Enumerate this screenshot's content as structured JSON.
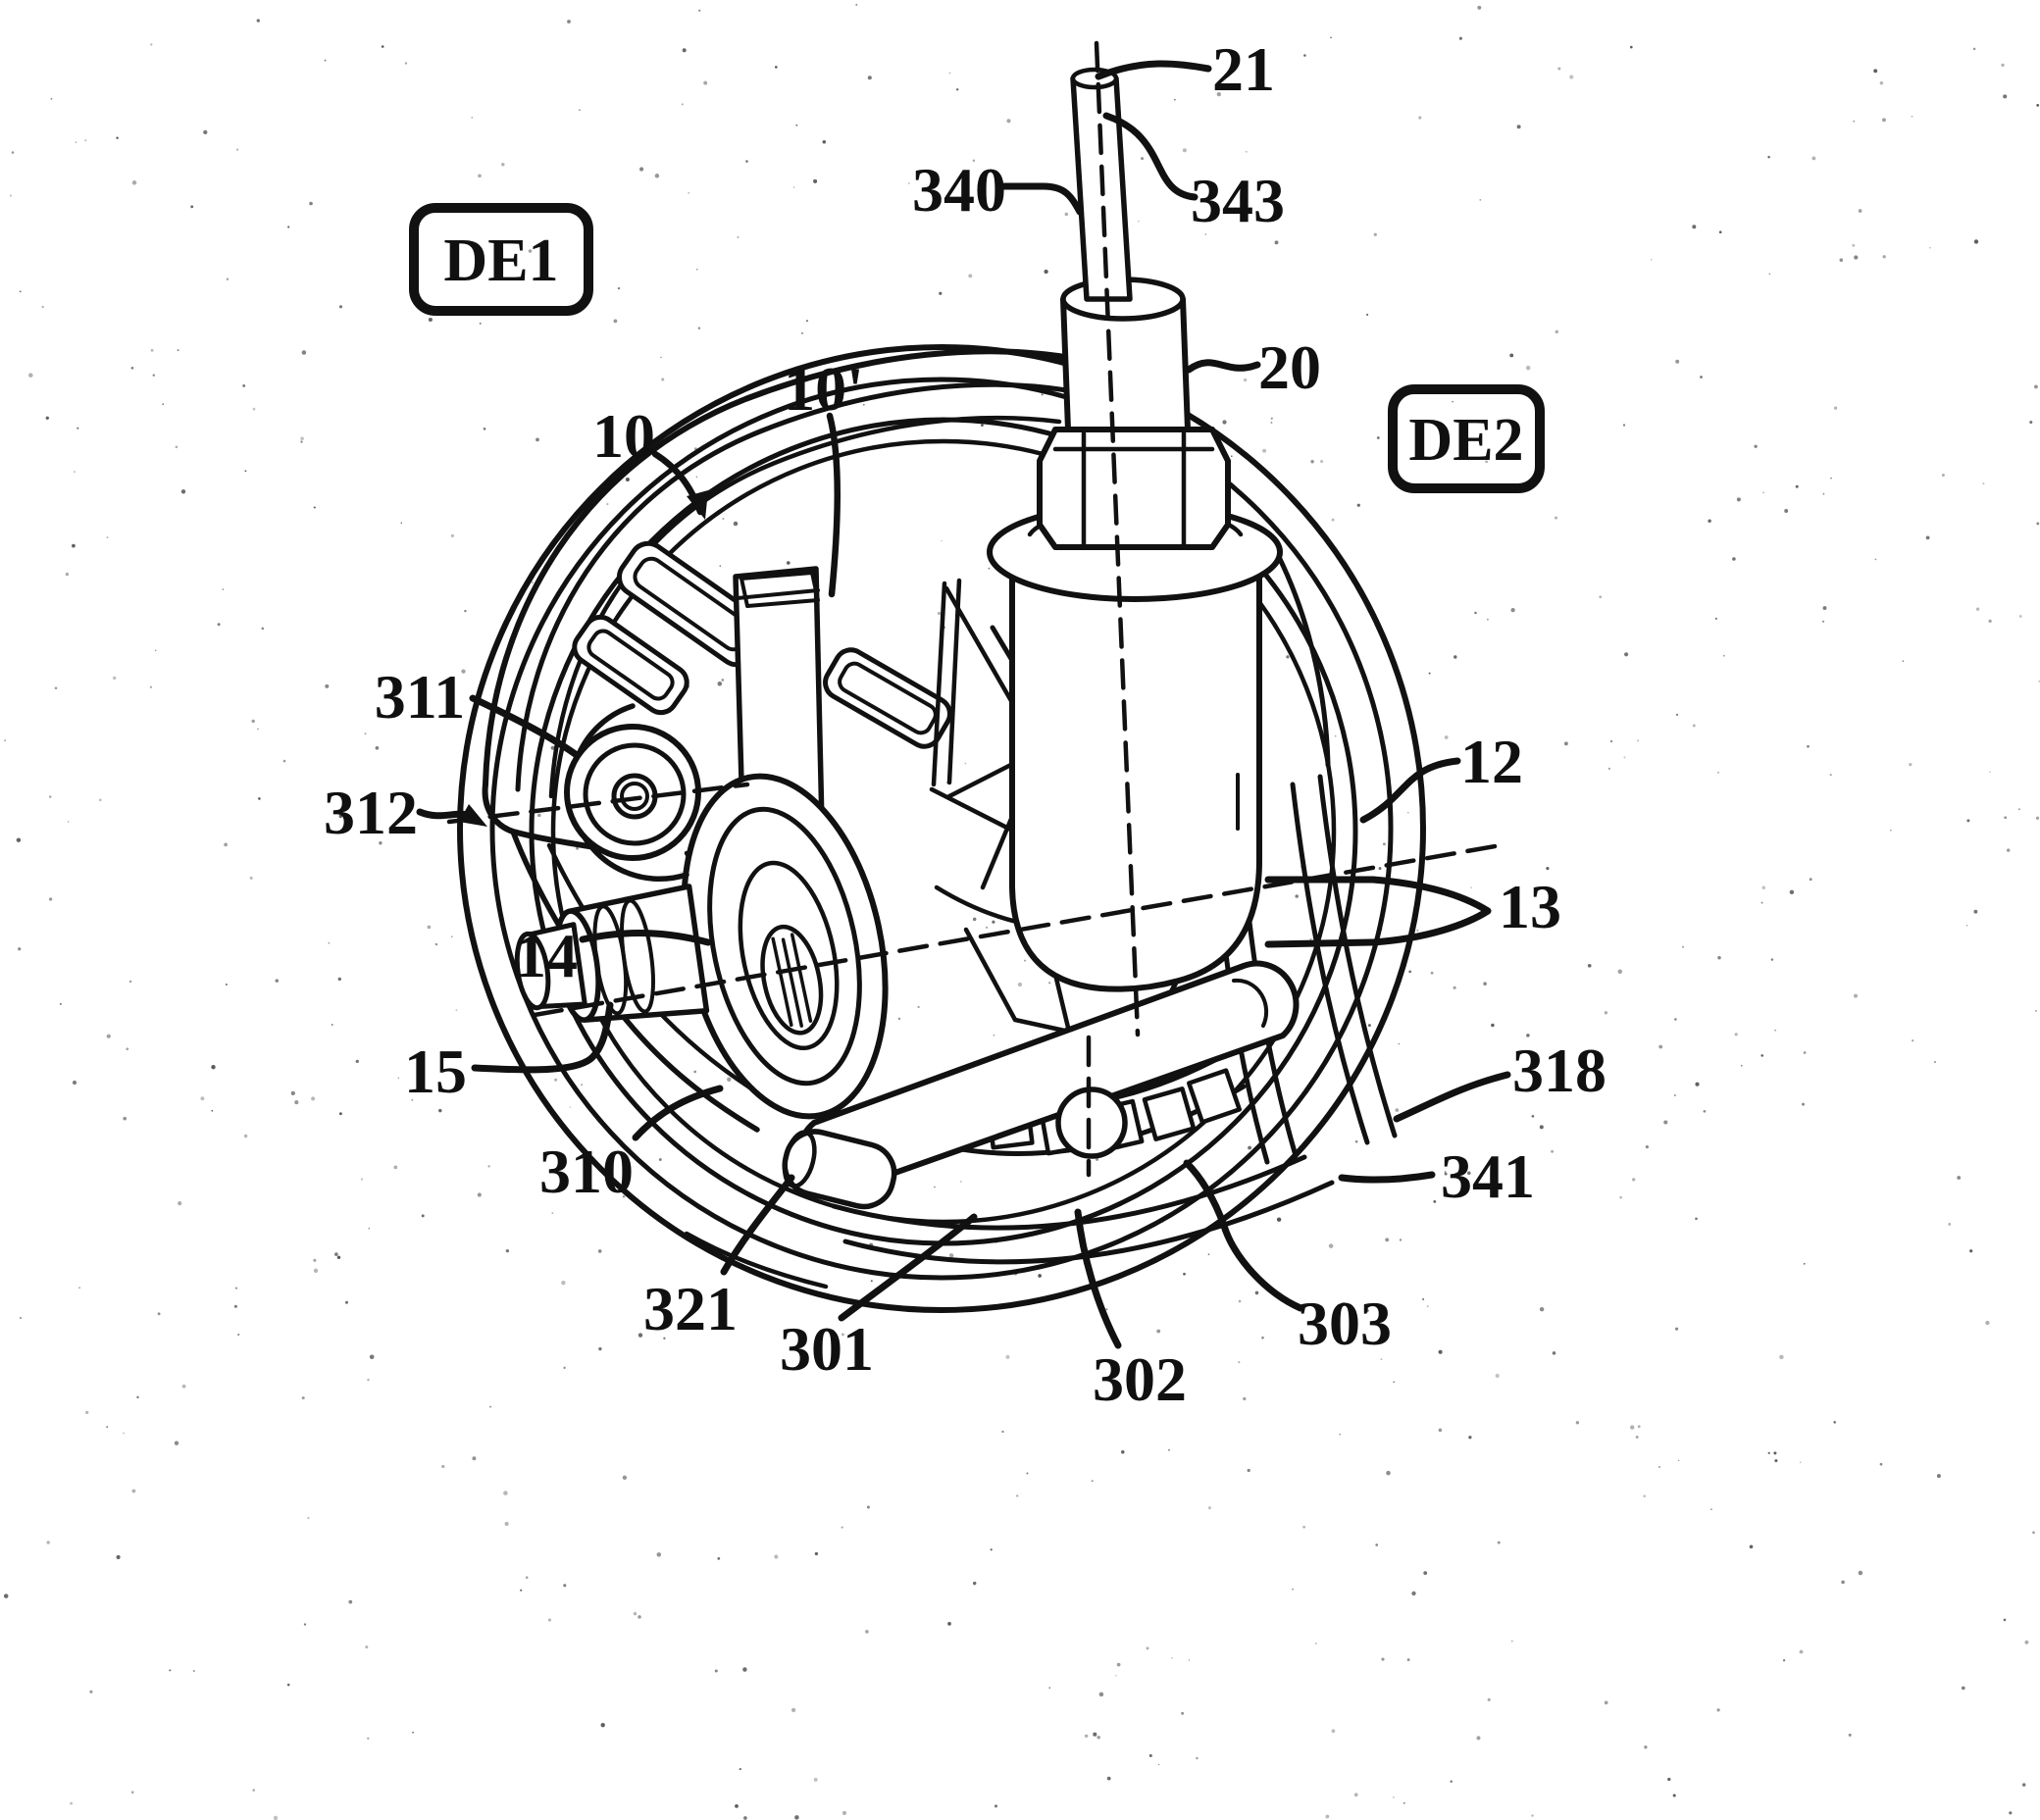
{
  "figure": {
    "kind": "patent-line-drawing",
    "subject": "caster wheel assembly exploded detail view",
    "colors": {
      "ink": "#111111",
      "paper": "#ffffff"
    },
    "boxed_labels": [
      {
        "id": "DE1",
        "text": "DE1"
      },
      {
        "id": "DE2",
        "text": "DE2"
      }
    ],
    "reference_labels": [
      {
        "id": "21",
        "text": "21"
      },
      {
        "id": "343",
        "text": "343"
      },
      {
        "id": "340",
        "text": "340"
      },
      {
        "id": "20",
        "text": "20"
      },
      {
        "id": "10",
        "text": "10"
      },
      {
        "id": "10p",
        "text": "10'"
      },
      {
        "id": "311",
        "text": "311"
      },
      {
        "id": "312",
        "text": "312"
      },
      {
        "id": "12",
        "text": "12"
      },
      {
        "id": "13",
        "text": "13"
      },
      {
        "id": "14",
        "text": "14"
      },
      {
        "id": "15",
        "text": "15"
      },
      {
        "id": "310",
        "text": "310"
      },
      {
        "id": "318",
        "text": "318"
      },
      {
        "id": "341",
        "text": "341"
      },
      {
        "id": "321",
        "text": "321"
      },
      {
        "id": "301",
        "text": "301"
      },
      {
        "id": "302",
        "text": "302"
      },
      {
        "id": "303",
        "text": "303"
      }
    ]
  }
}
